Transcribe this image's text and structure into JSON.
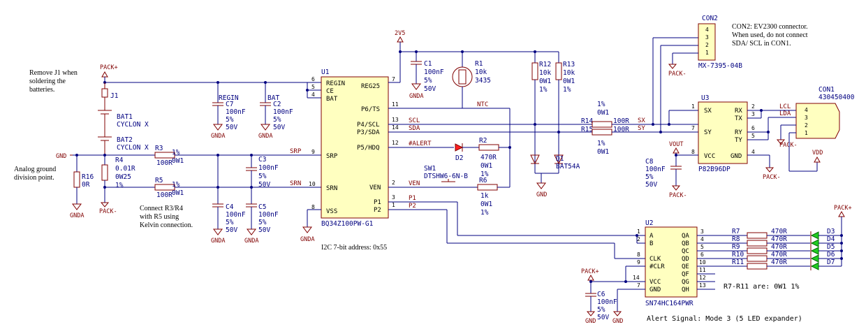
{
  "notes": {
    "j1_line1": "Remove J1 when",
    "j1_line2": "soldering the",
    "j1_line3": "batteries.",
    "gnd_line1": "Analog ground",
    "gnd_line2": "division point.",
    "kelvin_line1": "Connect R3/R4",
    "kelvin_line2": "with R5 using",
    "kelvin_line3": "Kelvin connection.",
    "i2c": "I2C 7-bit address: 0x55",
    "con2_line1": "CON2: EV2300 connector.",
    "con2_line2": "When used, do not connect",
    "con2_line3": "SDA/ SCL in CON1.",
    "r7r11": "R7-R11 are:  0W1  1%",
    "alert": "Alert Signal: Mode 3 (5 LED expander)"
  },
  "power": {
    "pack_plus": "PACK+",
    "pack_minus": "PACK-",
    "gnd": "GND",
    "gnda": "GNDA",
    "v2v5": "2V5",
    "vout": "VOUT",
    "vdd": "VDD"
  },
  "nets": {
    "ntc": "NTC",
    "scl": "SCL",
    "sda": "SDA",
    "alert": "#ALERT",
    "srp": "SRP",
    "srn": "SRN",
    "ven": "VEN",
    "p1": "P1",
    "p2": "P2",
    "sx": "SX",
    "sy": "SY",
    "lcl": "LCL",
    "lda": "LDA"
  },
  "components": {
    "u1": {
      "ref": "U1",
      "part": "BQ34Z100PW-G1",
      "pins_left": [
        "REGIN",
        "CE",
        "BAT",
        "SRP",
        "SRN",
        "VSS"
      ],
      "pins_left_num": [
        "6",
        "5",
        "4",
        "9",
        "10",
        "8"
      ],
      "pins_right": [
        "REG25",
        "P6/TS",
        "P4/SCL",
        "P3/SDA",
        "P5/HDQ",
        "VEN",
        "P1",
        "P2"
      ],
      "pins_right_num": [
        "7",
        "11",
        "13",
        "14",
        "12",
        "2",
        "3",
        "1"
      ]
    },
    "u2": {
      "ref": "U2",
      "part": "SN74HC164PWR",
      "pins_left": [
        "A",
        "B",
        "CLK",
        "#CLR",
        "VCC",
        "GND"
      ],
      "pins_left_num": [
        "1",
        "2",
        "8",
        "9",
        "14",
        "7"
      ],
      "pins_right": [
        "QA",
        "QB",
        "QC",
        "QD",
        "QE",
        "QF",
        "QG",
        "QH"
      ],
      "pins_right_num": [
        "3",
        "4",
        "5",
        "6",
        "10",
        "11",
        "12",
        "13"
      ]
    },
    "u3": {
      "ref": "U3",
      "part": "P82B96DP",
      "pins_left": [
        "SX",
        "SY",
        "VCC"
      ],
      "pins_left_num": [
        "1",
        "7",
        "8"
      ],
      "pins_right": [
        "RX",
        "TX",
        "RY",
        "TY",
        "GND"
      ],
      "pins_right_num": [
        "2",
        "3",
        "6",
        "5",
        "4"
      ]
    },
    "con1": {
      "ref": "CON1",
      "part": "430450400",
      "pins": [
        "4",
        "3",
        "2",
        "1"
      ]
    },
    "con2": {
      "ref": "CON2",
      "part": "MX-7395-04B",
      "pins": [
        "4",
        "3",
        "2",
        "1"
      ]
    },
    "j1": {
      "ref": "J1"
    },
    "bat1": {
      "ref": "BAT1",
      "value": "CYCLON X"
    },
    "bat2": {
      "ref": "BAT2",
      "value": "CYCLON X"
    },
    "r1": {
      "ref": "R1",
      "v1": "10k",
      "v2": "3435"
    },
    "r2": {
      "ref": "R2",
      "v1": "470R",
      "v2": "0W1",
      "v3": "1%"
    },
    "r3": {
      "ref": "R3",
      "v1": "1%",
      "v2": "100R",
      "v3": "0W1"
    },
    "r4": {
      "ref": "R4",
      "v1": "0.01R",
      "v2": "0W25",
      "v3": "1%"
    },
    "r5": {
      "ref": "R5",
      "v1": "1%",
      "v2": "100R",
      "v3": "0W1"
    },
    "r6": {
      "ref": "R6",
      "v1": "1k",
      "v2": "0W1",
      "v3": "1%"
    },
    "r12": {
      "ref": "R12",
      "v1": "10k",
      "v2": "0W1",
      "v3": "1%"
    },
    "r13": {
      "ref": "R13",
      "v1": "10k",
      "v2": "0W1",
      "v3": "1%"
    },
    "r14": {
      "ref": "R14",
      "v1": "1%",
      "v2": "0W1",
      "v3": "100R"
    },
    "r15": {
      "ref": "R15",
      "v1": "100R",
      "v2": "1%",
      "v3": "0W1"
    },
    "r16": {
      "ref": "R16",
      "v1": "0R"
    },
    "r7": {
      "ref": "R7",
      "v1": "470R"
    },
    "r8": {
      "ref": "R8",
      "v1": "470R"
    },
    "r9": {
      "ref": "R9",
      "v1": "470R"
    },
    "r10": {
      "ref": "R10",
      "v1": "470R"
    },
    "r11": {
      "ref": "R11",
      "v1": "470R"
    },
    "c1": {
      "ref": "C1",
      "v1": "100nF",
      "v2": "5%",
      "v3": "50V"
    },
    "c2": {
      "ref": "C2",
      "v1": "100nF",
      "v2": "5%",
      "v3": "50V",
      "net": "BAT"
    },
    "c3": {
      "ref": "C3",
      "v1": "100nF",
      "v2": "5%",
      "v3": "50V"
    },
    "c4": {
      "ref": "C4",
      "v1": "100nF",
      "v2": "5%",
      "v3": "50V"
    },
    "c5": {
      "ref": "C5",
      "v1": "100nF",
      "v2": "5%",
      "v3": "50V"
    },
    "c6": {
      "ref": "C6",
      "v1": "100nF",
      "v2": "5%",
      "v3": "50V"
    },
    "c7": {
      "ref": "C7",
      "v1": "100nF",
      "v2": "5%",
      "v3": "50V",
      "net": "REGIN"
    },
    "c8": {
      "ref": "C8",
      "v1": "100nF",
      "v2": "5%",
      "v3": "50V"
    },
    "d1": {
      "ref": "D1",
      "value": "BAT54A"
    },
    "d2": {
      "ref": "D2"
    },
    "d3": {
      "ref": "D3"
    },
    "d4": {
      "ref": "D4"
    },
    "d5": {
      "ref": "D5"
    },
    "d6": {
      "ref": "D6"
    },
    "d7": {
      "ref": "D7"
    },
    "sw1": {
      "ref": "SW1",
      "value": "DTSHW6-6N-B"
    }
  }
}
